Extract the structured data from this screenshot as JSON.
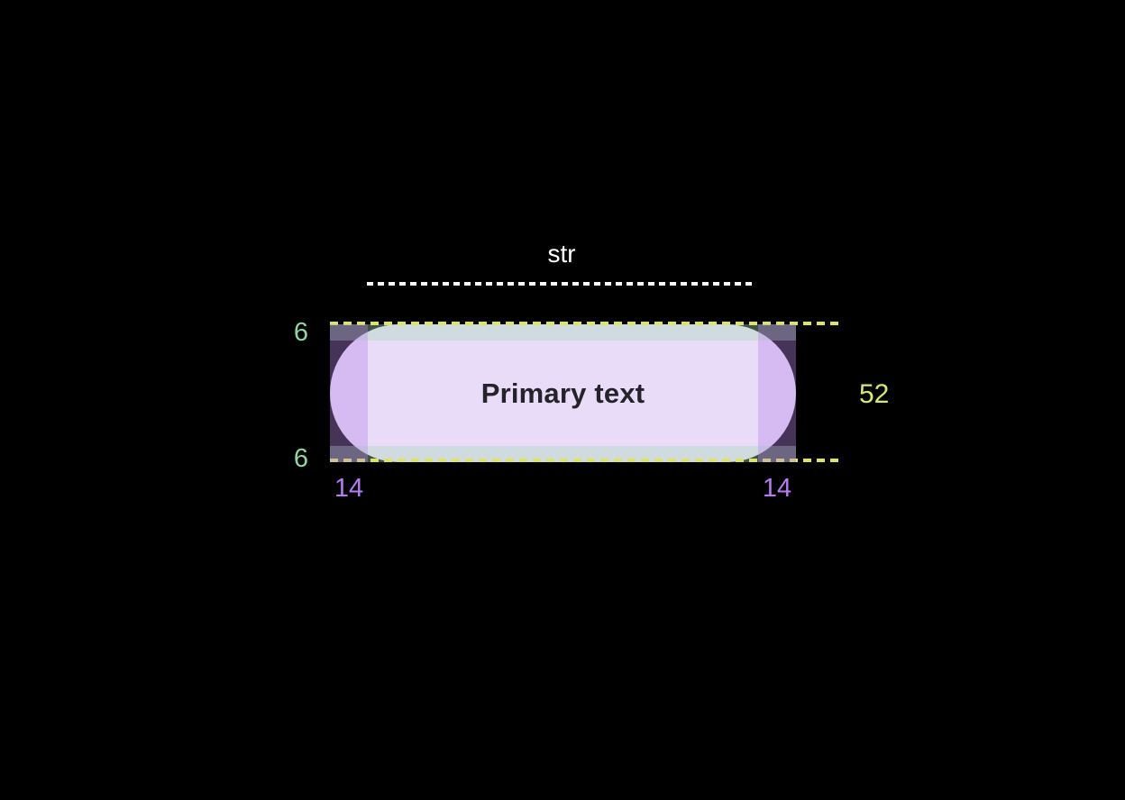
{
  "canvas": {
    "background": "#000000"
  },
  "button": {
    "label": "Primary text",
    "fill": "#e8dcf9",
    "text_color": "#232329",
    "shape": "pill"
  },
  "measurements": {
    "string_width": {
      "label": "str",
      "color": "#ffffff"
    },
    "padding_top": {
      "value": "6",
      "color": "#8fd7a1"
    },
    "padding_bottom": {
      "value": "6",
      "color": "#8fd7a1"
    },
    "padding_left": {
      "value": "14",
      "color": "#b57bf0"
    },
    "padding_right": {
      "value": "14",
      "color": "#b57bf0"
    },
    "height": {
      "value": "52",
      "color": "#d9e871"
    }
  },
  "overlays": {
    "vertical_padding_color": "rgba(167,219,183,0.38)",
    "horizontal_padding_color": "rgba(182,134,232,0.38)",
    "height_guide_color": "#dde45f",
    "string_guide_color": "#ffffff"
  }
}
